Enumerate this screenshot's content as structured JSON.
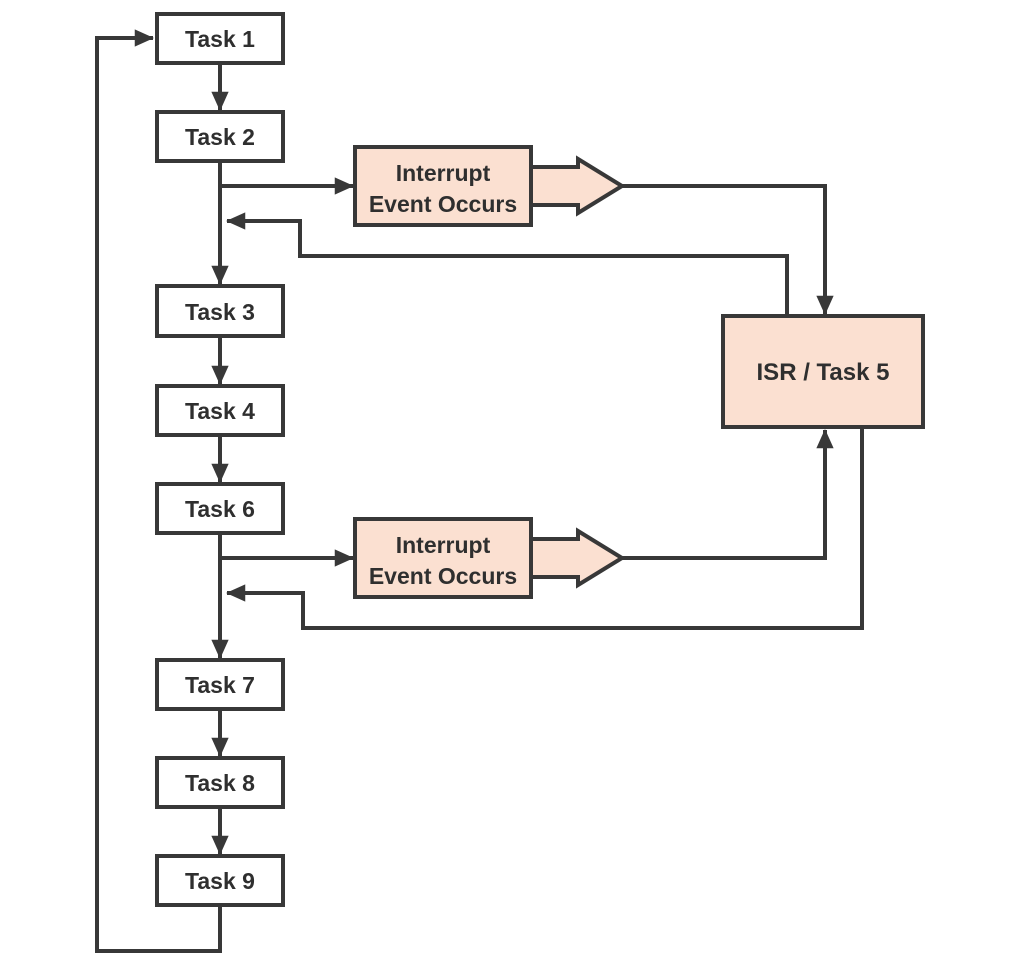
{
  "diagram": {
    "type": "flowchart",
    "colors": {
      "line": "#383838",
      "task_fill": "#ffffff",
      "interrupt_fill": "#fbe0d1",
      "text": "#2f2f2f",
      "background": "#ffffff"
    },
    "tasks": [
      {
        "id": "task1",
        "label": "Task 1"
      },
      {
        "id": "task2",
        "label": "Task 2"
      },
      {
        "id": "task3",
        "label": "Task 3"
      },
      {
        "id": "task4",
        "label": "Task 4"
      },
      {
        "id": "task6",
        "label": "Task 6"
      },
      {
        "id": "task7",
        "label": "Task 7"
      },
      {
        "id": "task8",
        "label": "Task 8"
      },
      {
        "id": "task9",
        "label": "Task 9"
      }
    ],
    "interrupt_events": [
      {
        "id": "interrupt-top",
        "line1": "Interrupt",
        "line2": "Event Occurs"
      },
      {
        "id": "interrupt-bottom",
        "line1": "Interrupt",
        "line2": "Event Occurs"
      }
    ],
    "isr": {
      "id": "isr-task5",
      "label": "ISR / Task 5"
    },
    "edges": [
      {
        "from": "Task 1",
        "to": "Task 2"
      },
      {
        "from": "Task 2",
        "to": "Task 3"
      },
      {
        "from": "Task 3",
        "to": "Task 4"
      },
      {
        "from": "Task 4",
        "to": "Task 6"
      },
      {
        "from": "Task 6",
        "to": "Task 7"
      },
      {
        "from": "Task 7",
        "to": "Task 8"
      },
      {
        "from": "Task 8",
        "to": "Task 9"
      },
      {
        "from": "Task 9",
        "to": "Task 1 (loop back)"
      },
      {
        "from": "Task 2",
        "to": "Interrupt Event Occurs (top)"
      },
      {
        "from": "Interrupt Event Occurs (top)",
        "to": "ISR / Task 5"
      },
      {
        "from": "ISR / Task 5",
        "to": "flow between Task 2 and Task 3 (return)"
      },
      {
        "from": "Task 6",
        "to": "Interrupt Event Occurs (bottom)"
      },
      {
        "from": "Interrupt Event Occurs (bottom)",
        "to": "ISR / Task 5"
      },
      {
        "from": "ISR / Task 5",
        "to": "flow between Task 6 and Task 7 (return)"
      }
    ]
  }
}
